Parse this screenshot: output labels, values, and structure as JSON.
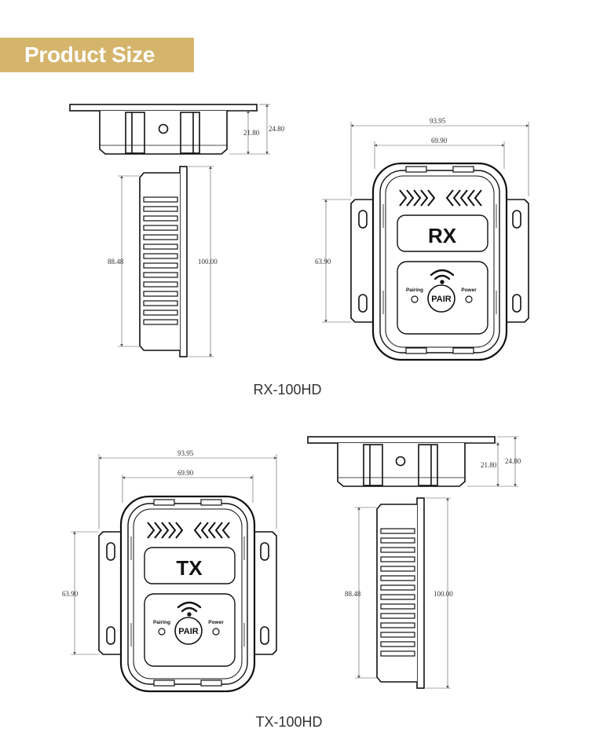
{
  "header": {
    "title": "Product Size"
  },
  "rx": {
    "caption": "RX-100HD",
    "panel_label": "RX",
    "button_label": "PAIR",
    "pairing_label": "Pairing",
    "power_label": "Power",
    "dims": {
      "outer_width": "93.95",
      "inner_width": "69.90",
      "height": "63.90",
      "depth": "21.80",
      "total_depth": "24.80",
      "side_inner": "88.48",
      "side_outer": "100.00"
    }
  },
  "tx": {
    "caption": "TX-100HD",
    "panel_label": "TX",
    "button_label": "PAIR",
    "pairing_label": "Pairing",
    "power_label": "Power",
    "dims": {
      "outer_width": "93.95",
      "inner_width": "69.90",
      "height": "63.90",
      "depth": "21.80",
      "total_depth": "24.80",
      "side_inner": "88.48",
      "side_outer": "100.00"
    }
  }
}
